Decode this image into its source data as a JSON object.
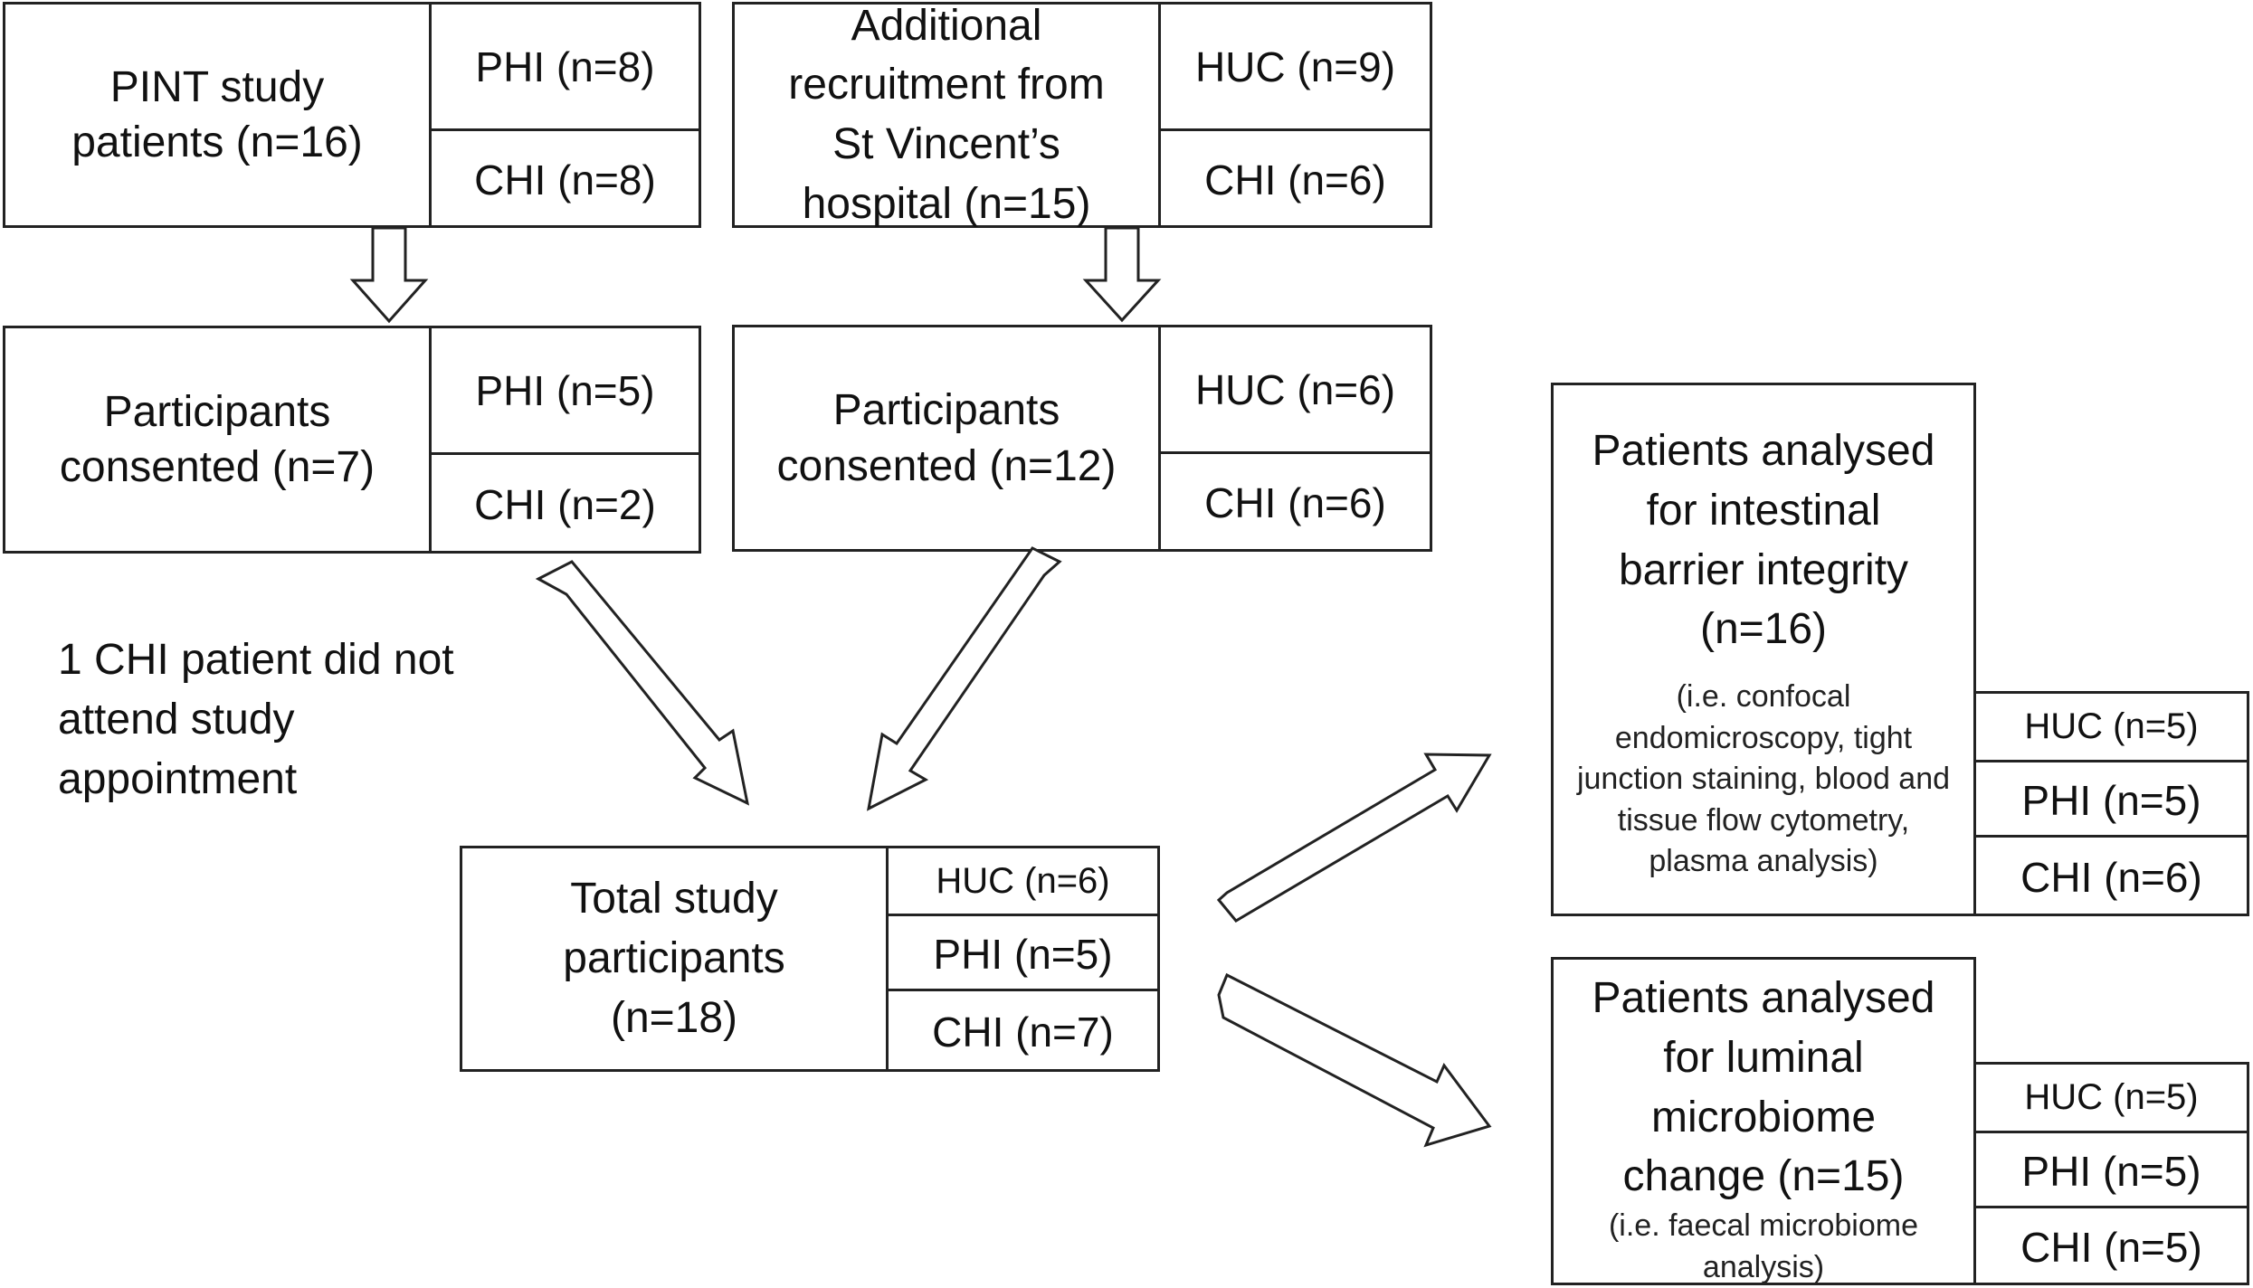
{
  "pint": {
    "title": "PINT study\npatients (n=16)",
    "groups": [
      "PHI (n=8)",
      "CHI (n=8)"
    ]
  },
  "recruit": {
    "title": "Additional\nrecruitment from\nSt Vincent’s\nhospital (n=15)",
    "groups": [
      "HUC (n=9)",
      "CHI (n=6)"
    ]
  },
  "consent_left": {
    "title": "Participants\nconsented (n=7)",
    "groups": [
      "PHI (n=5)",
      "CHI (n=2)"
    ]
  },
  "consent_right": {
    "title": "Participants\nconsented (n=12)",
    "groups": [
      "HUC (n=6)",
      "CHI (n=6)"
    ]
  },
  "dropout_note": "1 CHI patient did not\nattend study\nappointment",
  "total": {
    "title": "Total study\nparticipants\n(n=18)",
    "groups": [
      "HUC (n=6)",
      "PHI (n=5)",
      "CHI (n=7)"
    ]
  },
  "barrier": {
    "title": "Patients analysed\nfor intestinal\nbarrier integrity\n(n=16)",
    "note": "(i.e. confocal\nendomicroscopy, tight\njunction staining, blood and\ntissue flow cytometry,\nplasma analysis)",
    "groups": [
      "HUC (n=5)",
      "PHI (n=5)",
      "CHI (n=6)"
    ]
  },
  "microbiome": {
    "title": "Patients analysed\nfor luminal\nmicrobiome\nchange (n=15)",
    "note": "(i.e. faecal microbiome\nanalysis)",
    "groups": [
      "HUC (n=5)",
      "PHI (n=5)",
      "CHI (n=5)"
    ]
  }
}
